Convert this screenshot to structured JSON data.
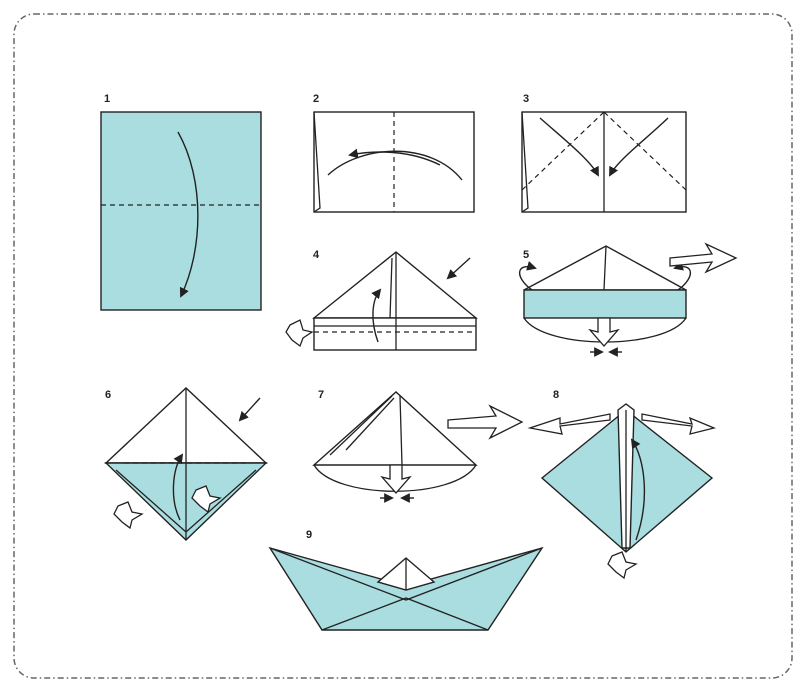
{
  "colors": {
    "paper": "#a9dde0",
    "line": "#222222",
    "background": "#ffffff",
    "frame": "#666666"
  },
  "steps": [
    {
      "number": "1"
    },
    {
      "number": "2"
    },
    {
      "number": "3"
    },
    {
      "number": "4"
    },
    {
      "number": "5"
    },
    {
      "number": "6"
    },
    {
      "number": "7"
    },
    {
      "number": "8"
    },
    {
      "number": "9"
    }
  ]
}
